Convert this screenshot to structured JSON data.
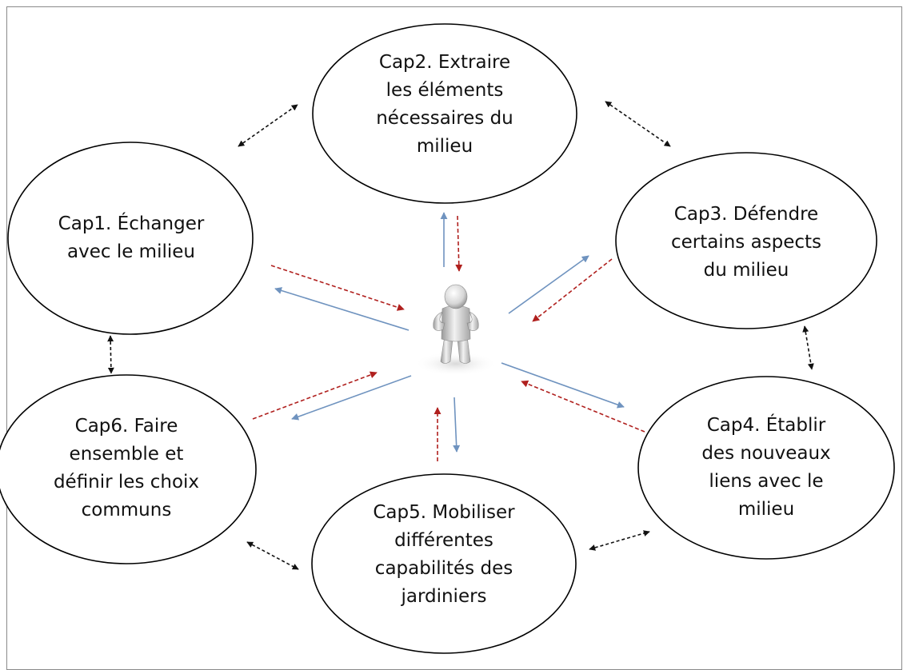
{
  "diagram": {
    "capabilities": [
      {
        "id": "cap1",
        "lines": [
          "Cap1. Échanger",
          "avec le milieu"
        ]
      },
      {
        "id": "cap2",
        "lines": [
          "Cap2. Extraire",
          "les éléments",
          "nécessaires du",
          "milieu"
        ]
      },
      {
        "id": "cap3",
        "lines": [
          "Cap3. Défendre",
          "certains aspects",
          "du milieu"
        ]
      },
      {
        "id": "cap4",
        "lines": [
          "Cap4. Établir",
          "des nouveaux",
          "liens avec le",
          "milieu"
        ]
      },
      {
        "id": "cap5",
        "lines": [
          "Cap5. Mobiliser",
          "différentes",
          "capabilités des",
          "jardiniers"
        ]
      },
      {
        "id": "cap6",
        "lines": [
          "Cap6. Faire",
          "ensemble et",
          "définir les choix",
          "communs"
        ]
      }
    ],
    "center_figure": "standing-person-figure",
    "colors": {
      "outgoing_arrow": "#6f93bf",
      "incoming_arrow": "#b0201e",
      "link_arrow": "#111111",
      "ellipse_stroke": "#000000"
    }
  }
}
